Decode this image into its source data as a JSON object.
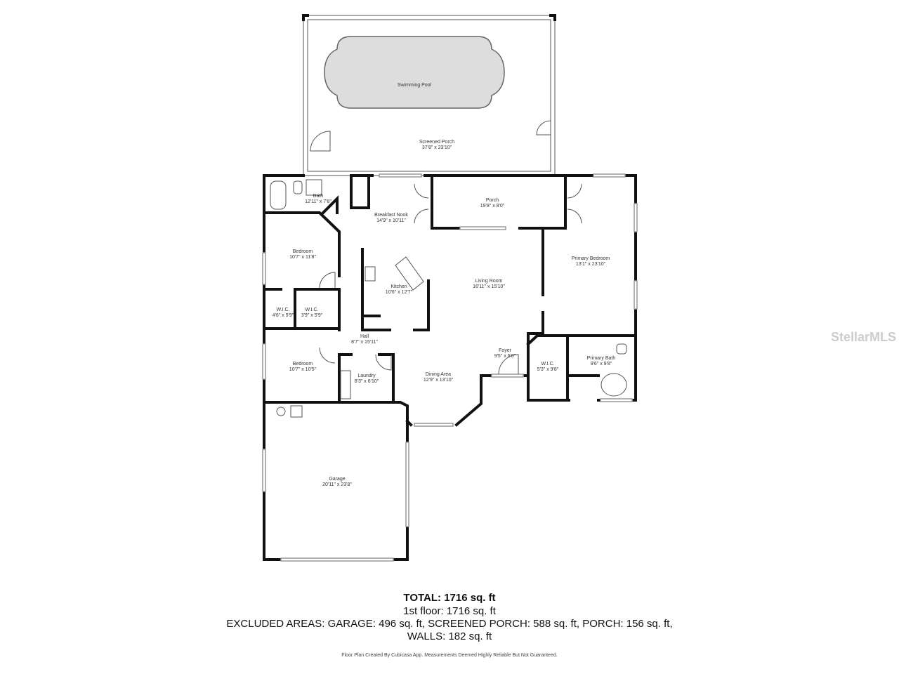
{
  "rooms": [
    {
      "name": "Swimming Pool",
      "size": ""
    },
    {
      "name": "Screened Porch",
      "size": "37'8\" x 23'10\""
    },
    {
      "name": "Bath",
      "size": "12'11\" x 7'8\""
    },
    {
      "name": "Breakfast Nook",
      "size": "14'9\" x 10'11\""
    },
    {
      "name": "Porch",
      "size": "19'8\" x 8'0\""
    },
    {
      "name": "Bedroom",
      "size": "10'7\" x 11'8\""
    },
    {
      "name": "Kitchen",
      "size": "10'6\" x 12'7\""
    },
    {
      "name": "Living Room",
      "size": "16'11\" x 15'10\""
    },
    {
      "name": "Primary Bedroom",
      "size": "13'1\" x 23'10\""
    },
    {
      "name": "W.I.C.",
      "size": "4'6\" x 5'9\""
    },
    {
      "name": "W.I.C.",
      "size": "3'9\" x 5'9\""
    },
    {
      "name": "Hall",
      "size": "8'7\" x 15'11\""
    },
    {
      "name": "Foyer",
      "size": "9'5\" x 6'0\""
    },
    {
      "name": "W.I.C.",
      "size": "5'3\" x 9'8\""
    },
    {
      "name": "Primary Bath",
      "size": "9'6\" x 9'8\""
    },
    {
      "name": "Bedroom",
      "size": "10'7\" x 10'5\""
    },
    {
      "name": "Laundry",
      "size": "8'3\" x 6'10\""
    },
    {
      "name": "Dining Area",
      "size": "12'9\" x 13'10\""
    },
    {
      "name": "Garage",
      "size": "20'11\" x 23'8\""
    }
  ],
  "summary": {
    "total": "TOTAL: 1716 sq. ft",
    "floor1": "1st floor: 1716 sq. ft",
    "excluded": "EXCLUDED AREAS: GARAGE: 496 sq. ft, SCREENED PORCH: 588 sq. ft, PORCH: 156 sq. ft,",
    "walls": "WALLS: 182 sq. ft",
    "credit": "Floor Plan Created By Cubicasa App. Measurements Deemed Highly Reliable But Not Guaranteed."
  },
  "watermark": "StellarMLS"
}
